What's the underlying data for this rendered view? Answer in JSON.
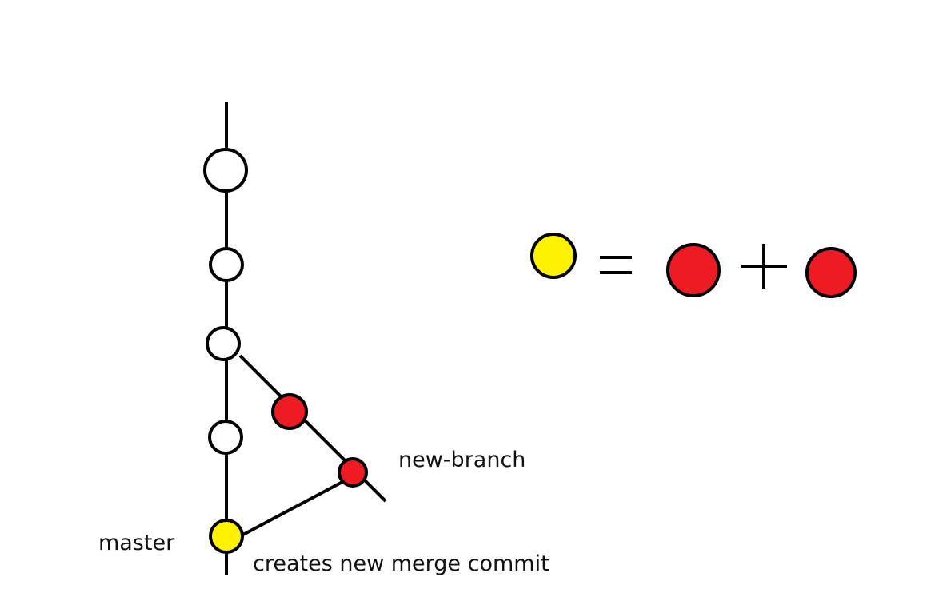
{
  "labels": {
    "master": "master",
    "new_branch": "new-branch",
    "merge_note": "creates new merge commit"
  },
  "legend": {
    "equals_symbol": "=",
    "plus_symbol": "+"
  },
  "colors": {
    "line": "#000000",
    "master_commit": "#ffffff",
    "branch_commit": "#ed1c24",
    "merge_commit": "#fff200"
  }
}
